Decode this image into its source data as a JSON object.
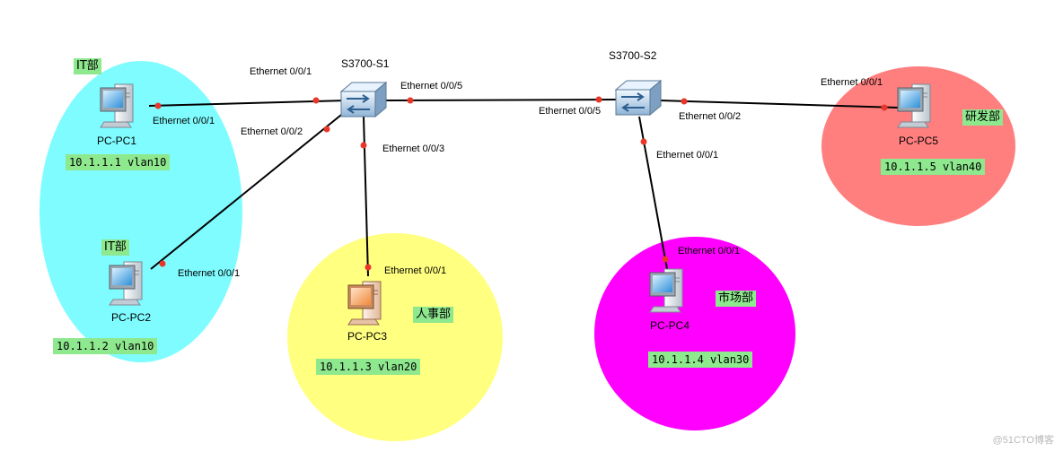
{
  "switches": {
    "s1": {
      "name": "S3700-S1"
    },
    "s2": {
      "name": "S3700-S2"
    }
  },
  "pcs": {
    "pc1": {
      "name": "PC-PC1",
      "ip": "10.1.1.1 vlan10",
      "dept": "IT部",
      "port": "Ethernet 0/0/1"
    },
    "pc2": {
      "name": "PC-PC2",
      "ip": "10.1.1.2 vlan10",
      "dept": "IT部",
      "port": "Ethernet 0/0/1"
    },
    "pc3": {
      "name": "PC-PC3",
      "ip": "10.1.1.3 vlan20",
      "dept": "人事部",
      "port": "Ethernet 0/0/1"
    },
    "pc4": {
      "name": "PC-PC4",
      "ip": "10.1.1.4 vlan30",
      "dept": "市场部",
      "port": "Ethernet 0/0/1"
    },
    "pc5": {
      "name": "PC-PC5",
      "ip": "10.1.1.5 vlan40",
      "dept": "研发部",
      "port": "Ethernet 0/0/1"
    }
  },
  "s1_ports": {
    "to_pc1": "Ethernet 0/0/1",
    "to_pc2": "Ethernet 0/0/2",
    "to_pc3": "Ethernet 0/0/3",
    "to_s2": "Ethernet 0/0/5"
  },
  "s2_ports": {
    "to_s1": "Ethernet 0/0/5",
    "to_pc5": "Ethernet 0/0/2",
    "to_pc4": "Ethernet 0/0/1"
  },
  "colors": {
    "it_zone": "#7ffcff",
    "hr_zone": "#ffff80",
    "market_zone": "#ff00ff",
    "rd_zone": "#ff7f7f",
    "label_bg": "#8ee88e",
    "link_dot": "#e8372a"
  },
  "watermark": "@51CTO博客"
}
